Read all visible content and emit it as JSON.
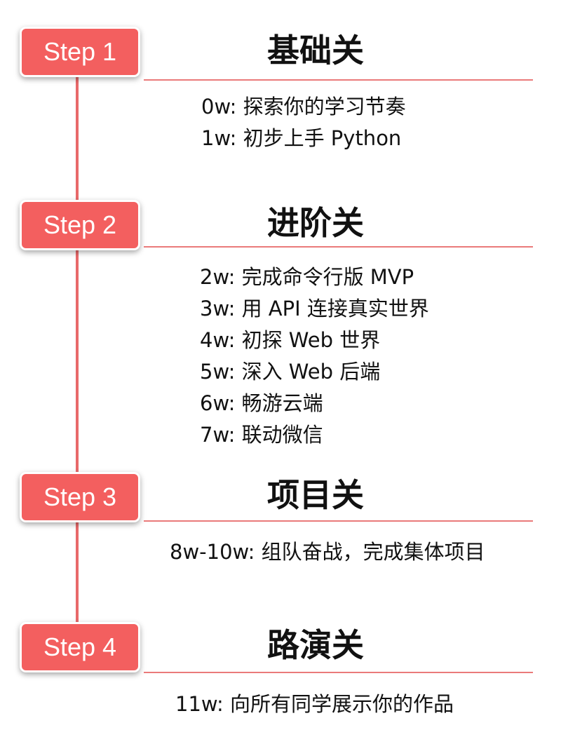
{
  "colors": {
    "accent": "#f35f5f",
    "line": "#e8696a",
    "text": "#111111",
    "badge_text": "#ffffff"
  },
  "steps": [
    {
      "badge": "Step 1",
      "title": "基础关",
      "items": [
        "0w: 探索你的学习节奏",
        "1w: 初步上手 Python"
      ]
    },
    {
      "badge": "Step 2",
      "title": "进阶关",
      "items": [
        "2w: 完成命令行版  MVP",
        "3w: 用 API 连接真实世界",
        "4w: 初探 Web 世界",
        "5w: 深入 Web 后端",
        "6w: 畅游云端",
        "7w: 联动微信"
      ]
    },
    {
      "badge": "Step 3",
      "title": "项目关",
      "items": [
        "8w-10w: 组队奋战，完成集体项目"
      ]
    },
    {
      "badge": "Step 4",
      "title": "路演关",
      "items": [
        "11w: 向所有同学展示你的作品"
      ]
    }
  ]
}
